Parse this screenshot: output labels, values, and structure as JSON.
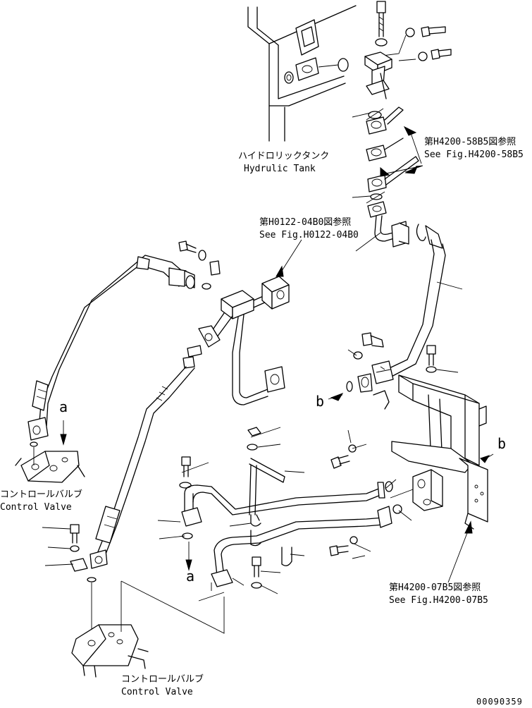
{
  "labels": {
    "tank_jp": "ハイドロリックタンク",
    "tank_en": "Hydrulic Tank",
    "ref_58b5_jp": "第H4200-58B5図参照",
    "ref_58b5_en": "See Fig.H4200-58B5",
    "ref_04b0_jp": "第H0122-04B0図参照",
    "ref_04b0_en": "See Fig.H0122-04B0",
    "ref_07b5_jp": "第H4200-07B5図参照",
    "ref_07b5_en": "See Fig.H4200-07B5",
    "cv_upper_jp": "コントロールバルブ",
    "cv_upper_en": "Control Valve",
    "cv_lower_jp": "コントロールバルブ",
    "cv_lower_en": "Control Valve",
    "marker_a_top": "a",
    "marker_a_bottom": "a",
    "marker_b_left": "b",
    "marker_b_right": "b",
    "drawing_number": "00090359"
  }
}
